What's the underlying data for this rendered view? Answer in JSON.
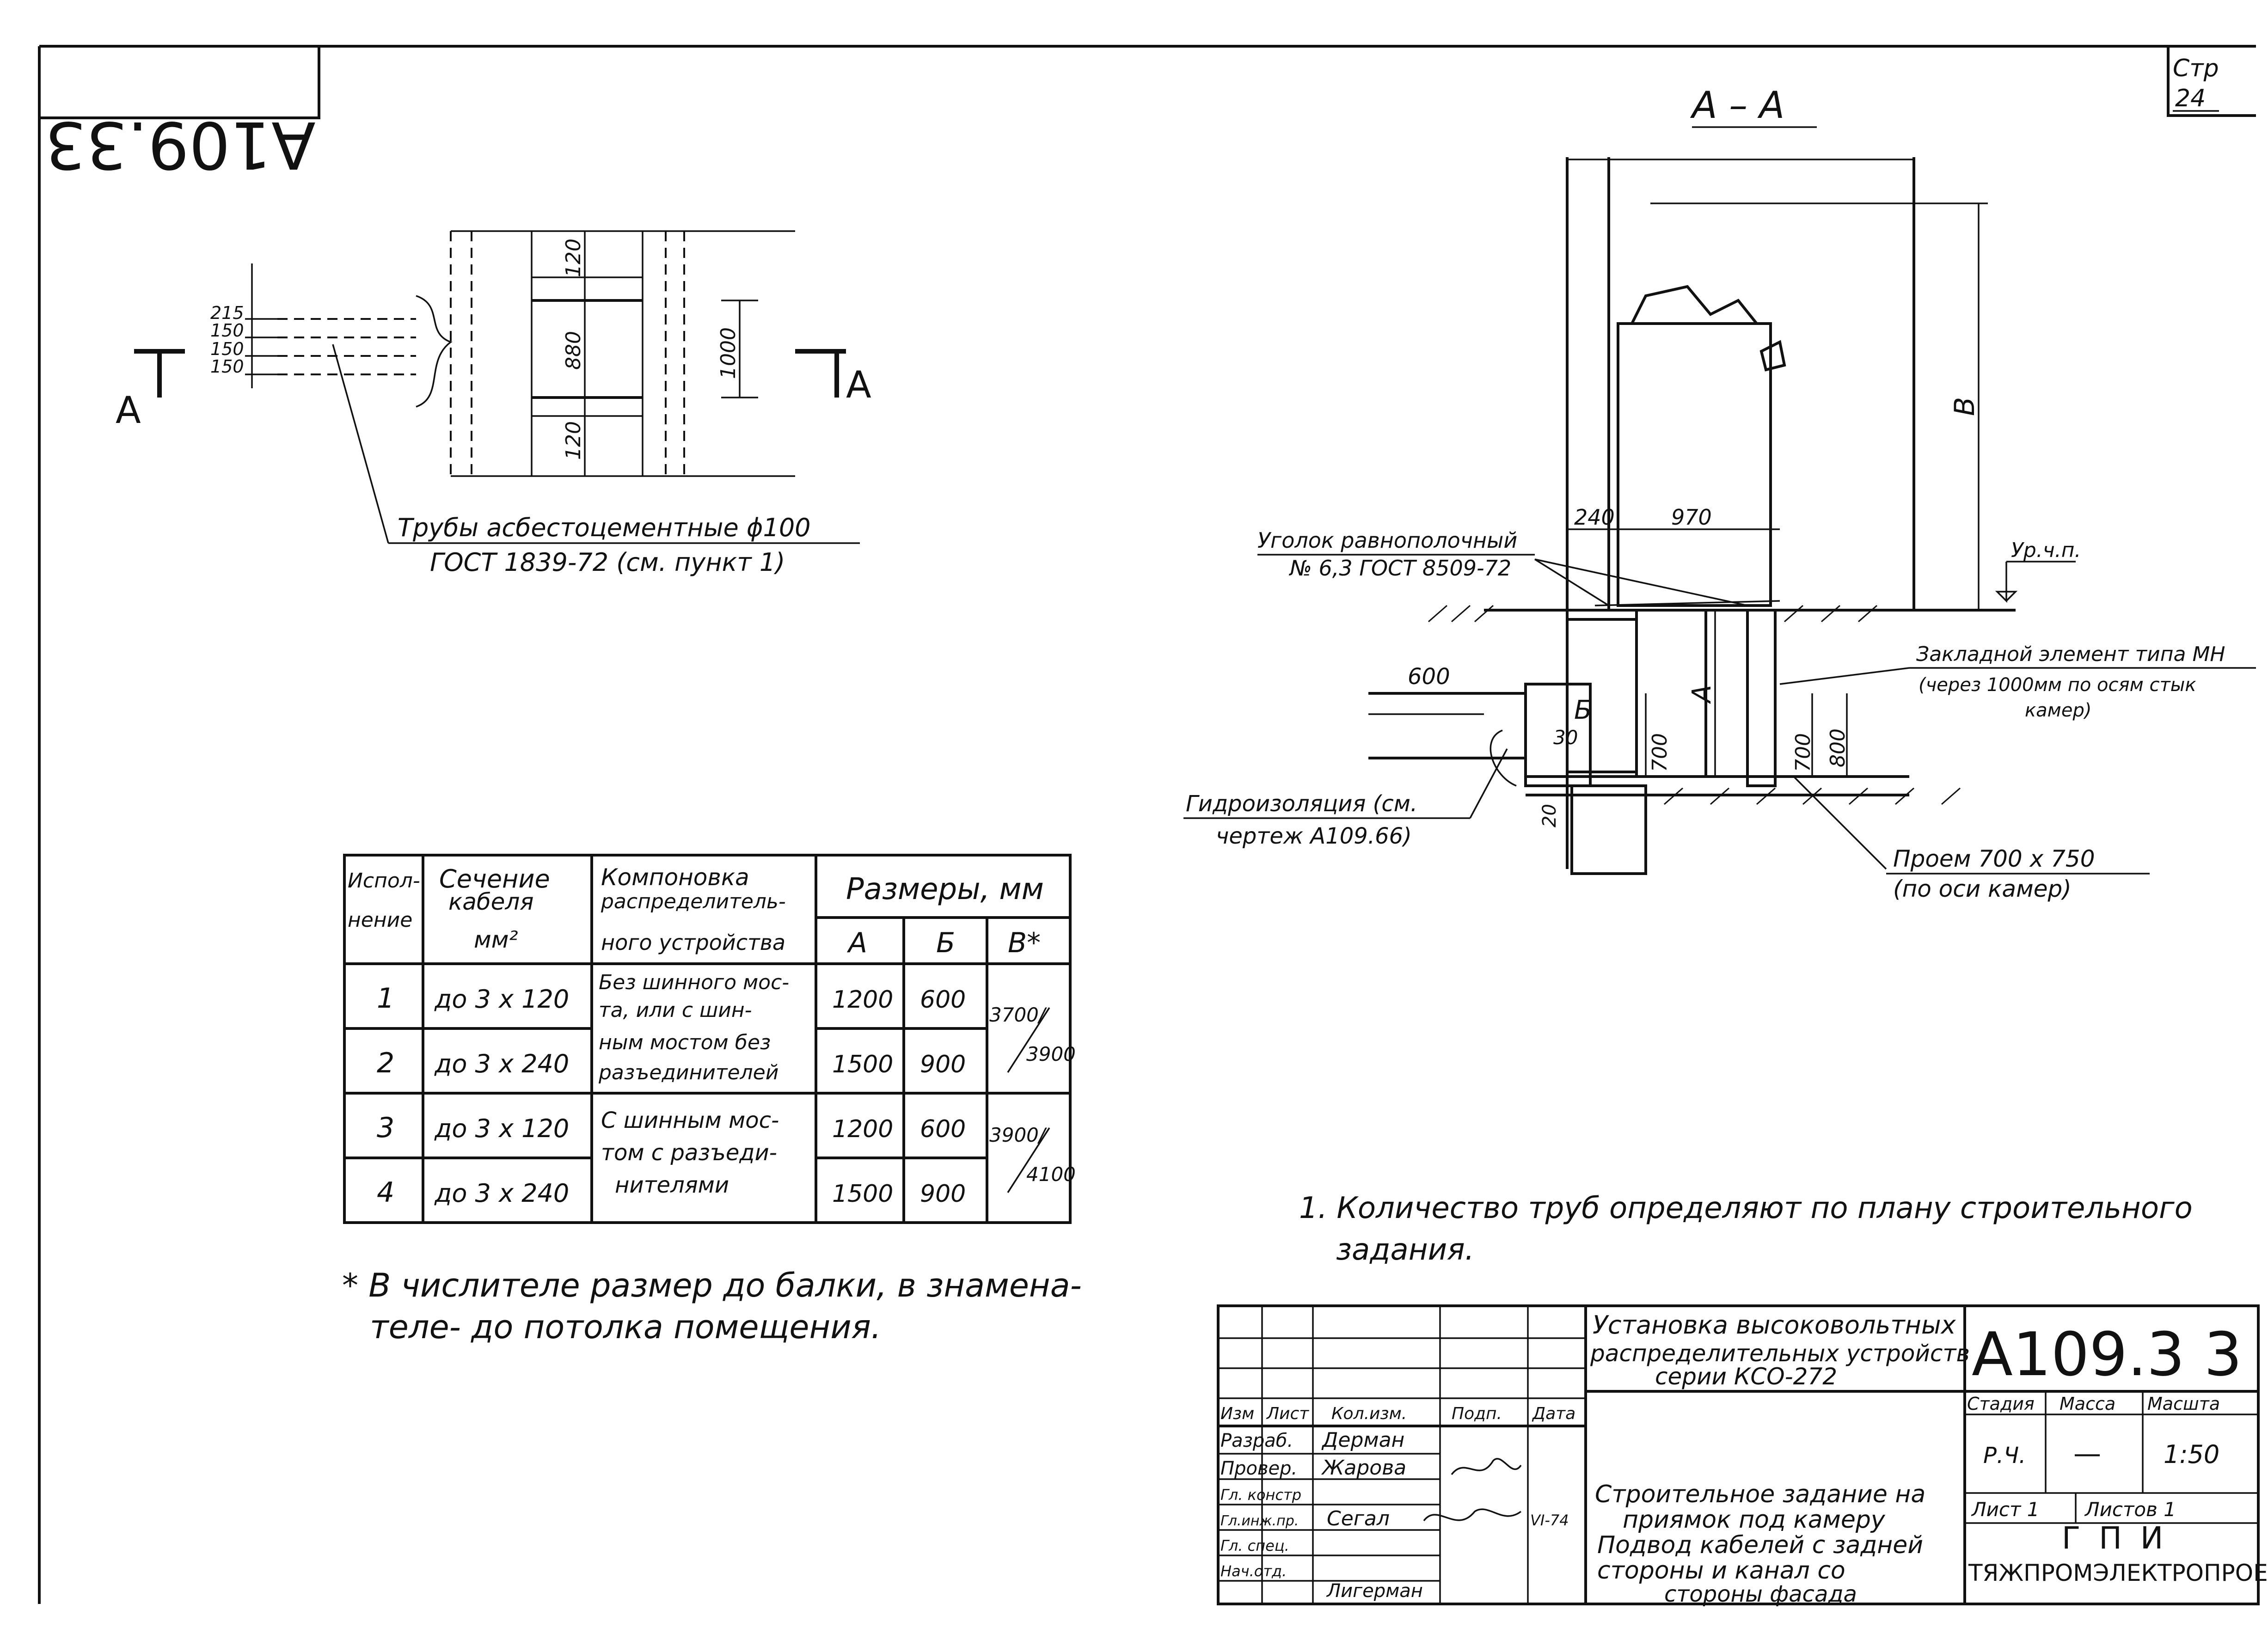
{
  "sheet": {
    "drawing_code": "A109.33",
    "page_label": "Стр",
    "page_number": "24"
  },
  "plan_view": {
    "dims_left": [
      "215",
      "150",
      "150",
      "150"
    ],
    "dims_inner": [
      "120",
      "880",
      "120"
    ],
    "dim_right": "1000",
    "section_mark_left": "A",
    "section_mark_right": "A",
    "pipes_note_line1": "Трубы асбестоцементные ϕ100",
    "pipes_note_line2": "ГОСТ 1839-72 (см. пункт 1)"
  },
  "section_view": {
    "title": "A – A",
    "dim_240": "240",
    "dim_970": "970",
    "dim_B": "B",
    "level_mark": "Ур.ч.п.",
    "angle_note_line1": "Уголок равнополочный",
    "angle_note_line2": "№ 6,3  ГОСТ 8509-72",
    "embed_note_line1": "Закладной элемент типа МН",
    "embed_note_line2": "(через 1000мм по осям стык",
    "embed_note_line3": "камер)",
    "dim_600": "600",
    "label_b": "Б",
    "dim_30": "30",
    "dim_A": "A",
    "dim_700_left": "700",
    "dim_700_right": "700",
    "dim_800": "800",
    "dim_20": "20",
    "waterproof_note_line1": "Гидроизоляция (см.",
    "waterproof_note_line2": "чертеж А109.66)",
    "opening_note_line1": "Проем  700 x 750",
    "opening_note_line2": "(по оси камер)"
  },
  "table": {
    "headers": {
      "variant_line1": "Испол-",
      "variant_line2": "нение",
      "section_line1": "Сечение",
      "section_line2": "кабеля",
      "section_line3": "мм²",
      "layout_line1": "Компоновка",
      "layout_line2": "распределитель-",
      "layout_line3": "ного устройства",
      "sizes": "Размеры, мм",
      "col_a": "A",
      "col_b": "Б",
      "col_v": "B*"
    },
    "rows": [
      {
        "variant": "1",
        "section": "до 3 x 120",
        "a": "1200",
        "b": "600"
      },
      {
        "variant": "2",
        "section": "до 3 x 240",
        "a": "1500",
        "b": "900"
      },
      {
        "variant": "3",
        "section": "до 3 x 120",
        "a": "1200",
        "b": "600"
      },
      {
        "variant": "4",
        "section": "до 3 x 240",
        "a": "1500",
        "b": "900"
      }
    ],
    "layout_group1": [
      "Без шинного мос-",
      "та, или с шин-",
      "ным мостом без",
      "разъединителей"
    ],
    "layout_group2": [
      "С шинным мос-",
      "том с разъеди-",
      "нителями"
    ],
    "v_group1": [
      "3700/",
      "3900"
    ],
    "v_group2": [
      "3900/",
      "4100"
    ]
  },
  "footnote_line1": "* В числителе размер до балки, в знамена-",
  "footnote_line2": "теле- до потолка помещения.",
  "note_line1": "1. Количество труб определяют по плану строительного",
  "note_line2": "задания.",
  "title_block": {
    "title_line1": "Установка высоковольтных",
    "title_line2": "распределительных устройств",
    "title_line3": "серии КСО-272",
    "code": "А109.3 3",
    "col_headers": [
      "Изм",
      "Лист",
      "Кол.изм.",
      "Подп.",
      "Дата"
    ],
    "roles": [
      "Разраб.",
      "Провер.",
      "Гл. констр",
      "Гл.инж.пр.",
      "Гл. спец.",
      "Нач.отд."
    ],
    "names": [
      "Дерман",
      "Жарова",
      "",
      "Сегал",
      "",
      "Лигерман"
    ],
    "date_signed": "VI-74",
    "stage_label": "Стадия",
    "mass_label": "Масса",
    "scale_label": "Масшта",
    "stage": "Р.Ч.",
    "mass": "—",
    "scale": "1:50",
    "sheet_label": "Лист 1",
    "sheets_label": "Листов 1",
    "desc_line1": "Строительное задание на",
    "desc_line2": "приямок под камеру",
    "desc_line3": "Подвод кабелей с задней",
    "desc_line4": "стороны и канал со",
    "desc_line5": "стороны фасада",
    "org_logo": "ГПИ",
    "org_name": "ТЯЖПРОМЭЛЕКТРОПРОЕ"
  }
}
